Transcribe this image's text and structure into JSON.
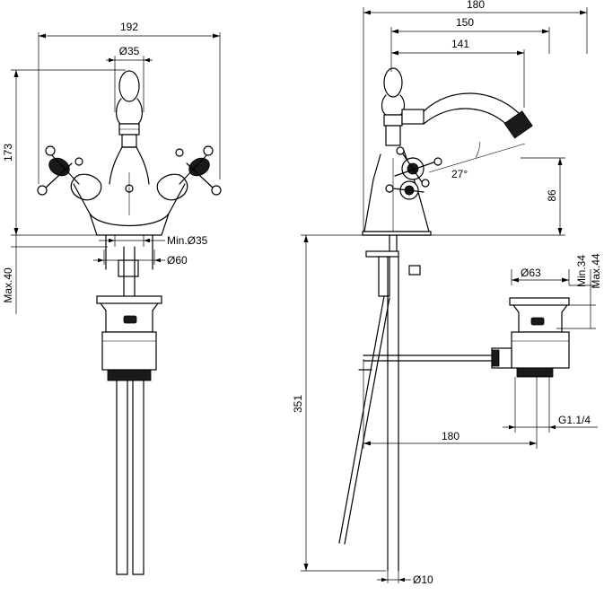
{
  "drawing": {
    "front_view": {
      "width_total": "192",
      "handle_diameter": "Ø35",
      "height_total": "173",
      "hole_min_diameter": "Min.Ø35",
      "base_diameter": "Ø60",
      "deck_thickness": "Max.40"
    },
    "side_view": {
      "projection_total": "180",
      "projection_mid": "150",
      "projection_spout": "141",
      "spout_angle": "27°",
      "spout_height": "86",
      "total_height": "351",
      "rod_length": "180",
      "waste_diameter": "Ø63",
      "waste_min": "Min.34",
      "waste_max": "Max.44",
      "waste_thread": "G1.1/4",
      "rod_diameter": "Ø10"
    }
  }
}
